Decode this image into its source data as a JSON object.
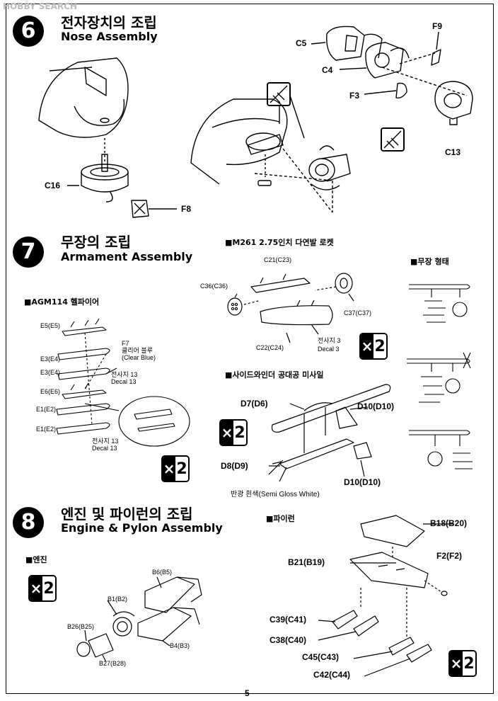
{
  "watermark": "HOBBY SEARCH",
  "page_number": "5",
  "steps": [
    {
      "number": "6",
      "title_ko": "전자장치의 조립",
      "title_en": "Nose Assembly"
    },
    {
      "number": "7",
      "title_ko": "무장의 조립",
      "title_en": "Armament Assembly"
    },
    {
      "number": "8",
      "title_ko": "엔진 및 파이런의 조립",
      "title_en": "Engine & Pylon Assembly"
    }
  ],
  "step6": {
    "parts": {
      "c16": "C16",
      "f8": "F8",
      "c5": "C5",
      "c4": "C4",
      "f9": "F9",
      "f3": "F3",
      "c13": "C13"
    }
  },
  "step7": {
    "sections": {
      "agm": "■AGM114 헬파이어",
      "m261": "■M261 2.75인치 다연발 로켓",
      "sidewinder": "■사이드와인더 공대공 미사일",
      "armament_form": "■무장 형태"
    },
    "agm_parts": {
      "e5": "E5(E5)",
      "e3a": "E3(E4)",
      "e3b": "E3(E4)",
      "e6": "E6(E6)",
      "e1a": "E1(E2)",
      "e1b": "E1(E2)",
      "f7": "F7",
      "f7_color_ko": "클리어 블루",
      "f7_color_en": "(Clear Blue)",
      "decal_a_ko": "전사지 13",
      "decal_a_en": "Decal 13",
      "decal_b_ko": "전사지 13",
      "decal_b_en": "Decal 13"
    },
    "m261_parts": {
      "c21": "C21(C23)",
      "c36": "C36(C36)",
      "c37": "C37(C37)",
      "c22": "C22(C24)",
      "decal_ko": "전사지 3",
      "decal_en": "Decal 3"
    },
    "sidewinder_parts": {
      "d7": "D7(D6)",
      "d10a": "D10(D10)",
      "d8": "D8(D9)",
      "d10b": "D10(D10)",
      "paint": "반광 흰색(Semi Gloss White)"
    },
    "multipliers": {
      "agm": "2",
      "m261": "2",
      "sidewinder": "2"
    }
  },
  "step8": {
    "sections": {
      "engine": "■엔진",
      "pylon": "■파이런"
    },
    "engine_parts": {
      "b6": "B6(B5)",
      "b1": "B1(B2)",
      "b26": "B26(B25)",
      "b4": "B4(B3)",
      "b27": "B27(B28)"
    },
    "pylon_parts": {
      "b18": "B18(B20)",
      "b21": "B21(B19)",
      "f2": "F2(F2)",
      "c39": "C39(C41)",
      "c38": "C38(C40)",
      "c45": "C45(C43)",
      "c42": "C42(C44)"
    },
    "multipliers": {
      "engine": "2",
      "pylon": "2"
    }
  },
  "multiplier_symbol": "×"
}
